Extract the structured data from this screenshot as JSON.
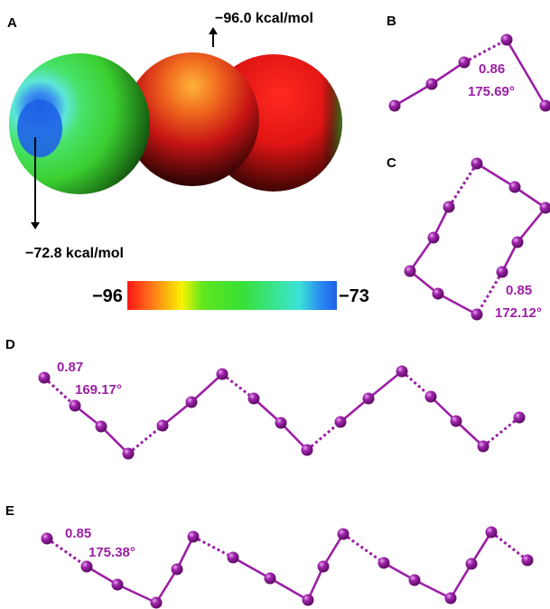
{
  "colors": {
    "molecule": "#9b1fa4",
    "molecule_dark": "#5a0a63",
    "scale": [
      "#ff1414",
      "#ff8a1a",
      "#f3f200",
      "#36e028",
      "#39e36a",
      "#39e3c8",
      "#1f6cf2"
    ]
  },
  "panel_a": {
    "letter": "A",
    "max_label": "−96.0 kcal/mol",
    "min_label": "−72.8 kcal/mol",
    "scale_left": "−96",
    "scale_right": "−73"
  },
  "panel_b": {
    "letter": "B",
    "distance": "0.86",
    "angle": "175.69°"
  },
  "panel_c": {
    "letter": "C",
    "distance": "0.85",
    "angle": "172.12°"
  },
  "panel_d": {
    "letter": "D",
    "distance": "0.87",
    "angle": "169.17°"
  },
  "panel_e": {
    "letter": "E",
    "distance": "0.85",
    "angle": "175.38°"
  }
}
